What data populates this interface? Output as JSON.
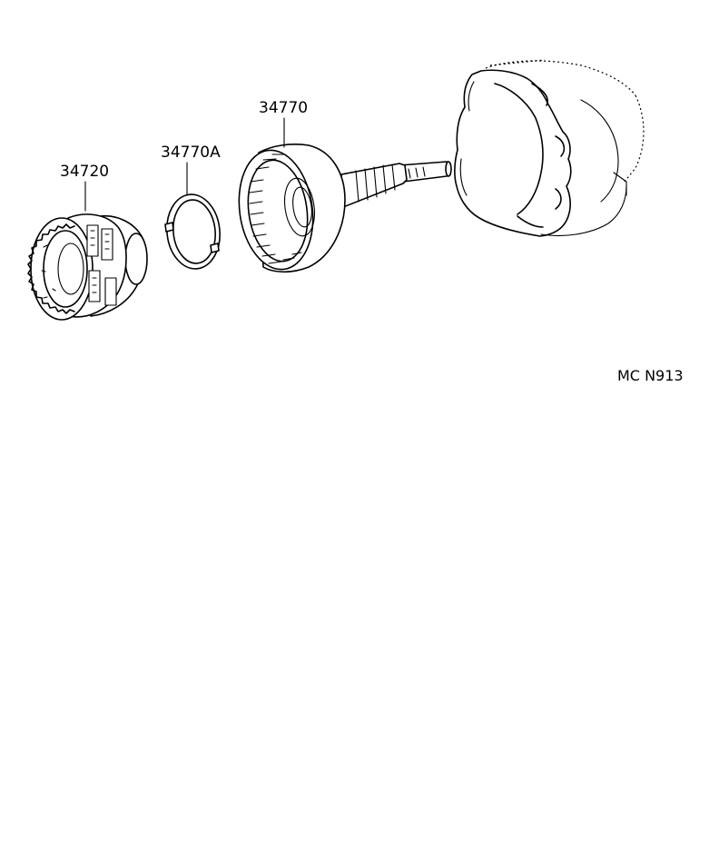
{
  "parts": [
    {
      "part_number": "34720"
    },
    {
      "part_number": "34770A"
    },
    {
      "part_number": "34770"
    }
  ],
  "diagram_code": "MC N913"
}
